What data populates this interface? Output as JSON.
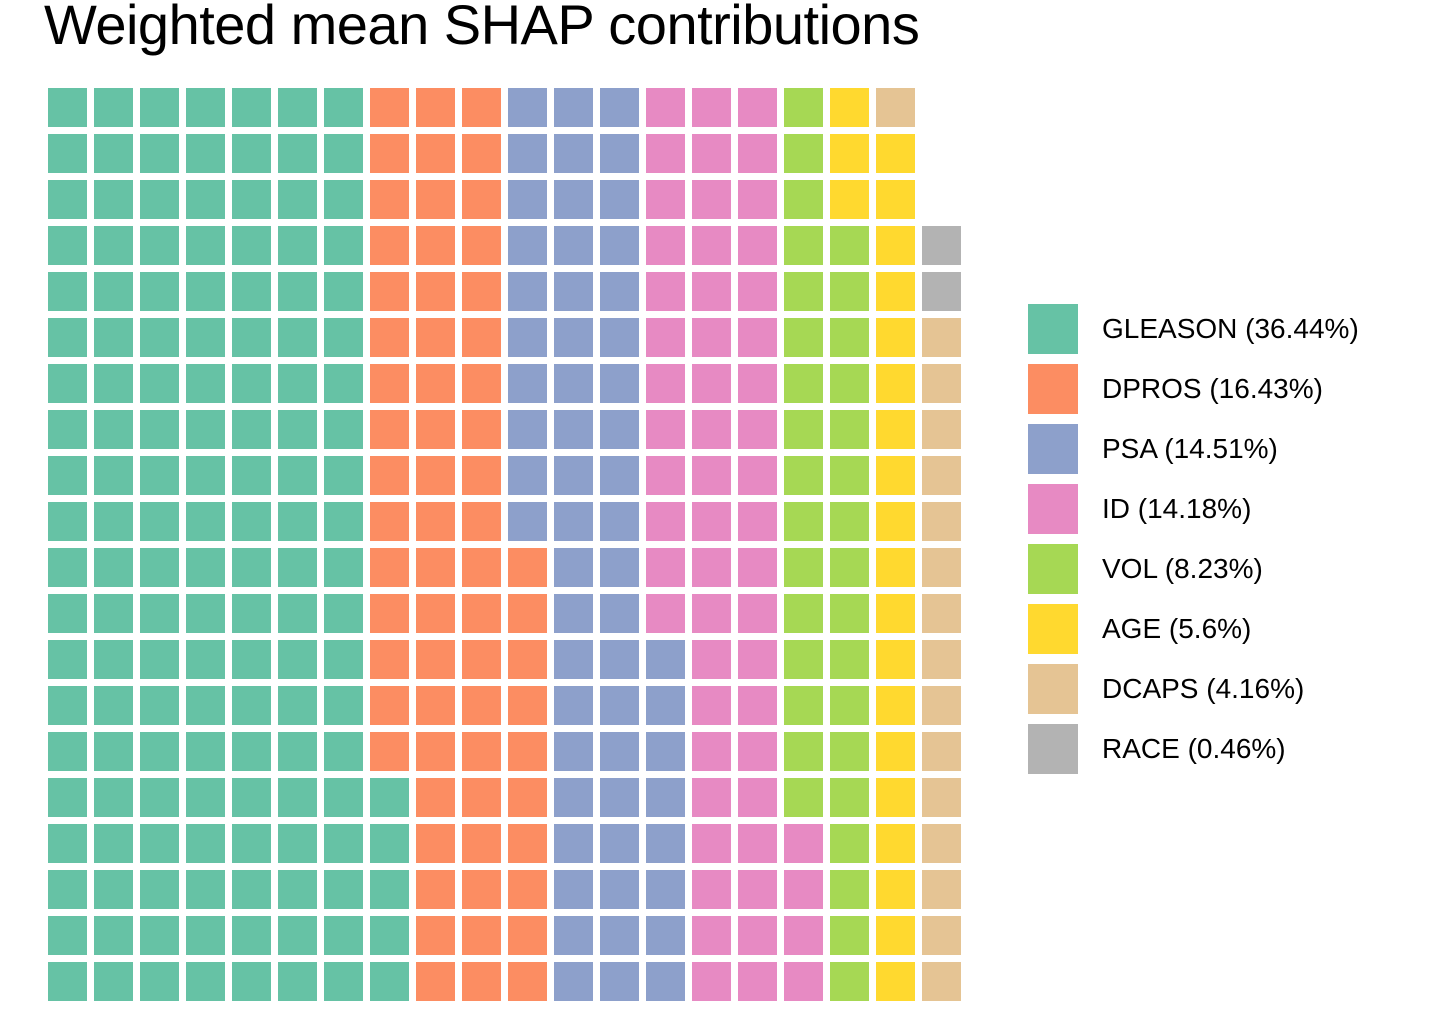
{
  "title": "Weighted mean SHAP contributions",
  "chart_data": {
    "type": "waffle",
    "title": "Weighted mean SHAP contributions",
    "grid": {
      "rows": 20,
      "columns": 20,
      "total_cells": 397,
      "fill_order": "column-major, bottom-to-top within each column, columns left-to-right"
    },
    "legend_position": "right",
    "categories": [
      {
        "name": "GLEASON",
        "percent": 36.44,
        "cells": 145,
        "color": "#66C2A5",
        "label": "GLEASON (36.44%)"
      },
      {
        "name": "DPROS",
        "percent": 16.43,
        "cells": 65,
        "color": "#FC8D62",
        "label": "DPROS (16.43%)"
      },
      {
        "name": "PSA",
        "percent": 14.51,
        "cells": 58,
        "color": "#8DA0CB",
        "label": "PSA (14.51%)"
      },
      {
        "name": "ID",
        "percent": 14.18,
        "cells": 56,
        "color": "#E78AC3",
        "label": "ID (14.18%)"
      },
      {
        "name": "VOL",
        "percent": 8.23,
        "cells": 33,
        "color": "#A6D854",
        "label": "VOL (8.23%)"
      },
      {
        "name": "AGE",
        "percent": 5.6,
        "cells": 22,
        "color": "#FFD92F",
        "label": "AGE (5.6%)"
      },
      {
        "name": "DCAPS",
        "percent": 4.16,
        "cells": 16,
        "color": "#E5C494",
        "label": "DCAPS (4.16%)"
      },
      {
        "name": "RACE",
        "percent": 0.46,
        "cells": 2,
        "color": "#B3B3B3",
        "label": "RACE (0.46%)"
      }
    ],
    "background_color": "#FFFFFF",
    "title_color": "#000000"
  }
}
